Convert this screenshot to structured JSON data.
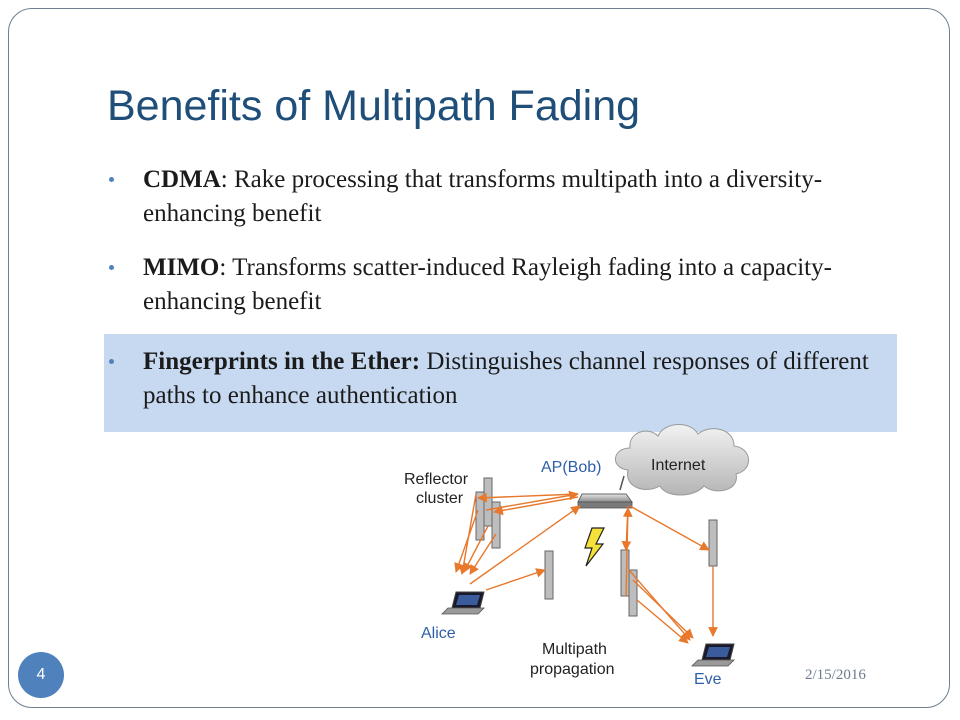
{
  "slide": {
    "title": "Benefits of Multipath Fading",
    "bullets": [
      {
        "term": "CDMA",
        "sep": ": ",
        "text": "Rake processing that transforms multipath into a diversity-enhancing benefit"
      },
      {
        "term": "MIMO",
        "sep": ": ",
        "text": "Transforms scatter-induced Rayleigh fading into a capacity-enhancing benefit"
      },
      {
        "term": "Fingerprints in the Ether:",
        "sep": " ",
        "text": "Distinguishes channel responses of different paths to enhance authentication"
      }
    ],
    "page_number": "4",
    "date": "2/15/2016"
  },
  "diagram": {
    "labels": {
      "reflector_cluster_line1": "Reflector",
      "reflector_cluster_line2": "cluster",
      "ap": "AP(Bob)",
      "internet": "Internet",
      "alice": "Alice",
      "eve": "Eve",
      "multipath_line1": "Multipath",
      "multipath_line2": "propagation"
    },
    "colors": {
      "accent": "#4f81bd",
      "title": "#1f4e79",
      "highlight": "#c6d9f1",
      "path_arrow": "#e8782b",
      "device_label": "#2e5fa8"
    },
    "icons": [
      "cloud-icon",
      "access-point-icon",
      "laptop-icon",
      "lightning-icon",
      "reflector-icon"
    ]
  }
}
